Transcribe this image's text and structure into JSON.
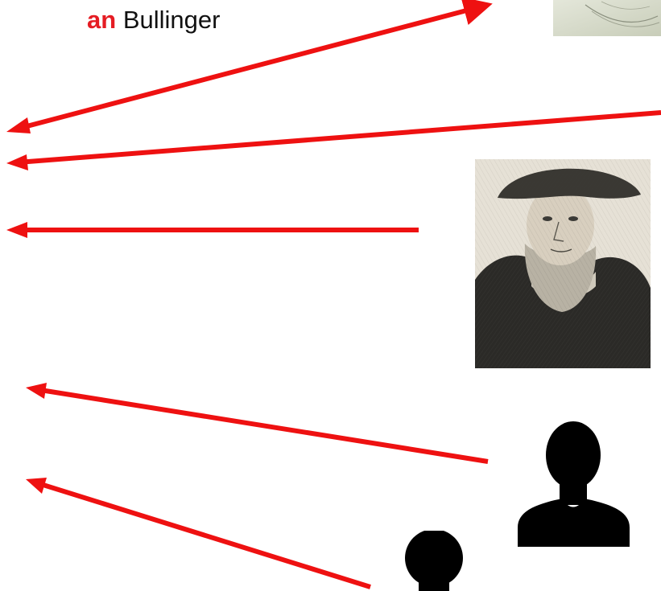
{
  "heading": {
    "prefix": "an",
    "name": "Bullinger"
  },
  "colors": {
    "accent": "#e51c23",
    "arrow": "#ee1111",
    "text": "#111111",
    "silhouette": "#000000"
  },
  "figures": [
    {
      "kind": "letter-image",
      "icon": "letter-document-icon"
    },
    {
      "kind": "engraved-portrait",
      "icon": "portrait-engraving-icon"
    },
    {
      "kind": "unknown-person",
      "icon": "person-silhouette-icon"
    },
    {
      "kind": "unknown-person",
      "icon": "person-silhouette-icon"
    }
  ]
}
